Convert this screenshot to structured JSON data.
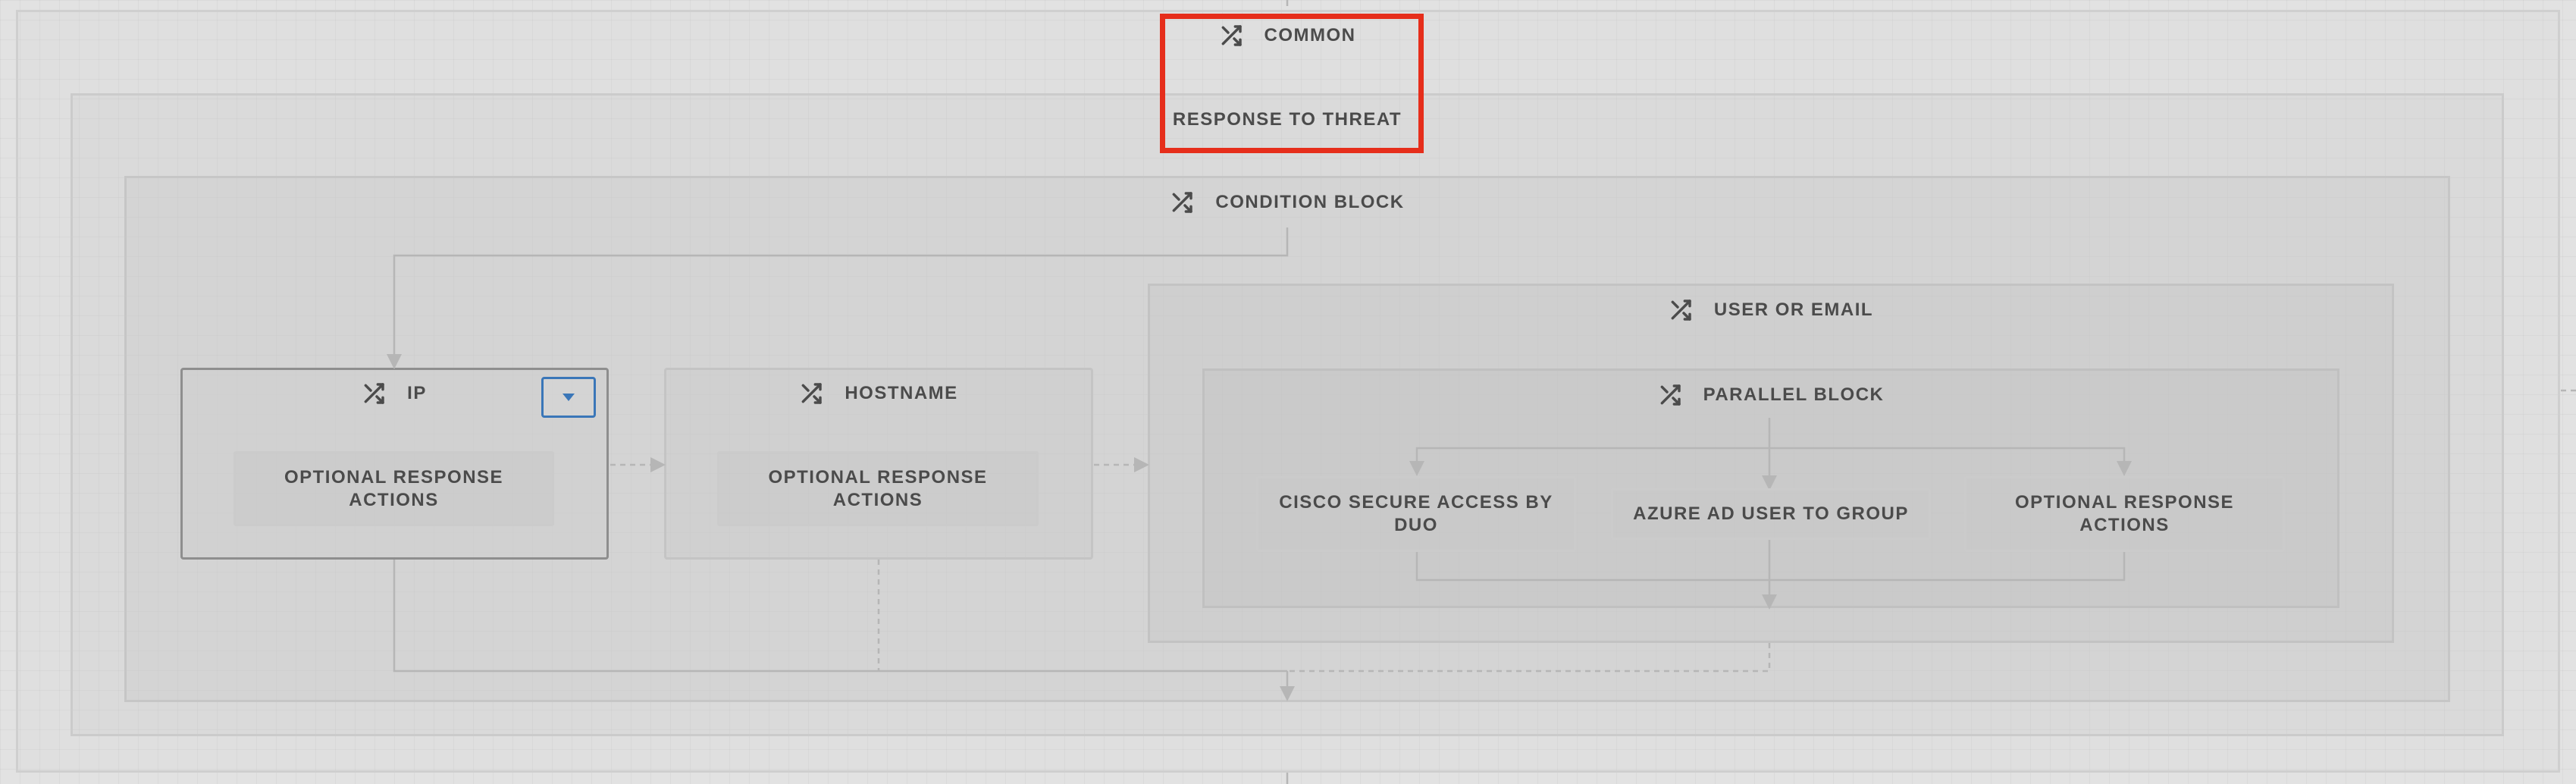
{
  "workflow": {
    "common": {
      "label": "COMMON",
      "icon": "shuffle-icon"
    },
    "response_to_threat": {
      "label": "RESPONSE TO THREAT"
    },
    "condition_block": {
      "label": "CONDITION BLOCK",
      "icon": "shuffle-icon"
    },
    "ip": {
      "label": "IP",
      "icon": "shuffle-icon",
      "dropdown_icon": "caret-down-icon",
      "action": "OPTIONAL RESPONSE ACTIONS"
    },
    "hostname": {
      "label": "HOSTNAME",
      "icon": "shuffle-icon",
      "action": "OPTIONAL RESPONSE ACTIONS"
    },
    "user_or_email": {
      "label": "USER OR EMAIL",
      "icon": "shuffle-icon"
    },
    "parallel_block": {
      "label": "PARALLEL BLOCK",
      "icon": "shuffle-icon",
      "actions": [
        "CISCO SECURE ACCESS BY DUO",
        "AZURE AD USER TO GROUP",
        "OPTIONAL RESPONSE ACTIONS"
      ]
    }
  },
  "colors": {
    "canvas": "#e2e2e2",
    "text": "#4b4b4b",
    "connector": "#b6b6b6",
    "highlight": "#e62e1b",
    "dropdown_accent": "#3a76b8"
  }
}
